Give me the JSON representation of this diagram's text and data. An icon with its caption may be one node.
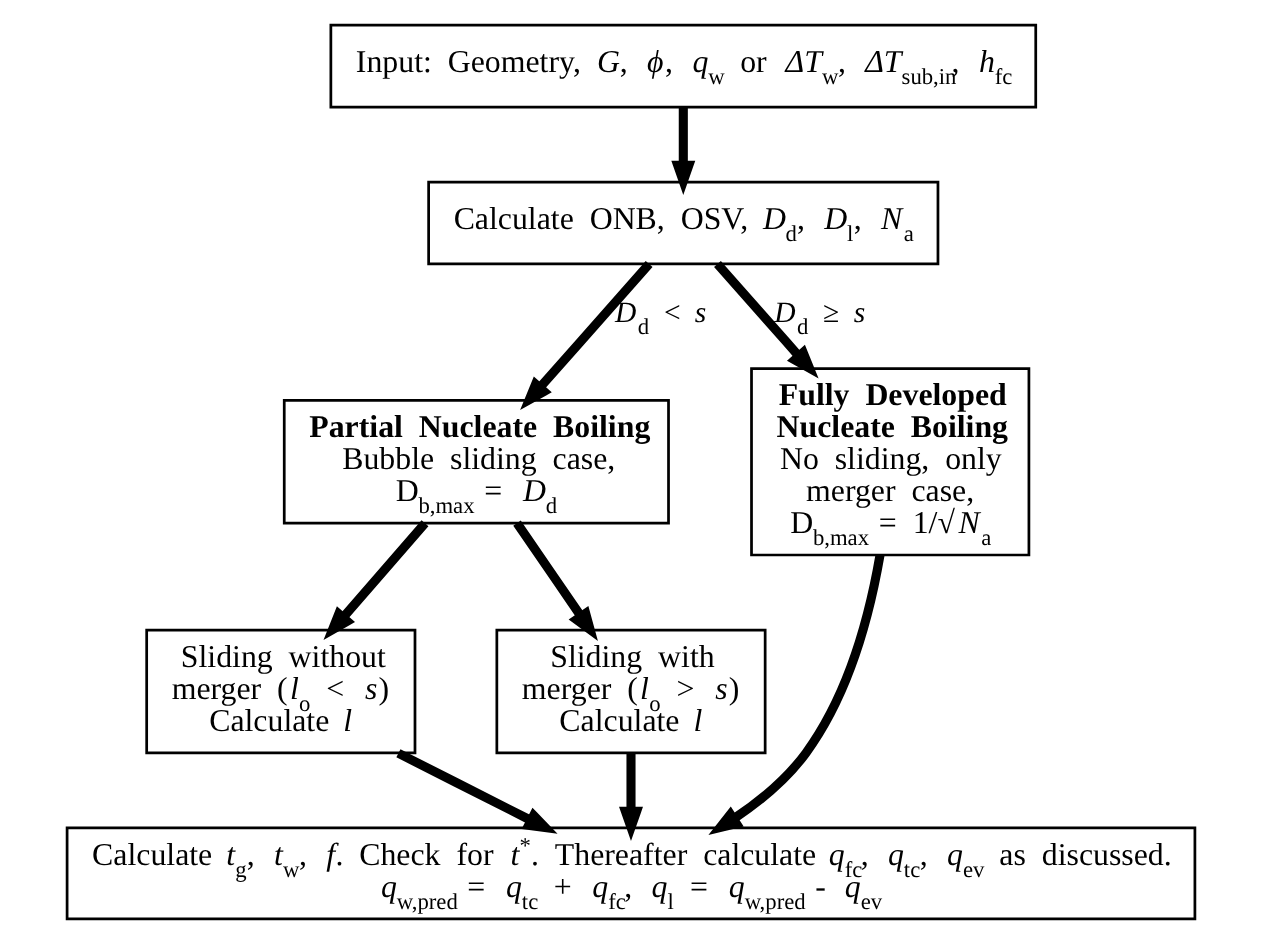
{
  "diagram": {
    "nodes": [
      {
        "text": [
          "Input: Geometry, *G*, *ϕ*, *q*$_{w}$ or *ΔT*$_{w}$, *ΔT*$_{sub,in}$, *h*$_{fc}$"
        ]
      },
      {
        "text": [
          "Calculate ONB, OSV, *D*$_{d}$, *D*$_{l}$, *N*$_{a}$"
        ]
      },
      {
        "text": [
          "Partial Nucleate Boiling",
          "Bubble sliding case, D$_{b,max}$ = *D*$_{d}$"
        ]
      },
      {
        "text": [
          "Fully Developed Nucleate Boiling",
          "No sliding, only merger case, D$_{b,max}$ = 1/√*N*$_{a}$"
        ]
      },
      {
        "text": [
          "Sliding without merger (*l*$_{o}$ < *s*) Calculate *l*"
        ]
      },
      {
        "text": [
          "Sliding with merger (*l*$_{o}$ > *s*) Calculate *l*"
        ]
      },
      {
        "text": [
          "Calculate *t*$_{g}$, *t*$_{w}$, *f*. Check for *t*$^{*}$. Thereafter calculate *q*$_{fc}$, *q*$_{tc}$, *q*$_{ev}$ as discussed.",
          "*q*$_{w,pred}$ = *q*$_{tc}$ + *q*$_{fc}$, *q*$_{l}$ = *q*$_{w,pred}$ - *q*$_{ev}$"
        ]
      }
    ],
    "edges": [
      {
        "from": 0,
        "to": 1,
        "arrow": "to"
      },
      {
        "from": 1,
        "to": 2,
        "arrow": "to",
        "label": "*D*$_{d}$ < *s*"
      },
      {
        "from": 1,
        "to": 3,
        "arrow": "to",
        "label": "*D*$_{d}$ ≥ *s*"
      },
      {
        "from": 2,
        "to": 4,
        "arrow": "to"
      },
      {
        "from": 2,
        "to": 5,
        "arrow": "to"
      },
      {
        "from": 4,
        "to": 6,
        "arrow": "to"
      },
      {
        "from": 5,
        "to": 6,
        "arrow": "to"
      },
      {
        "from": 3,
        "to": 6,
        "arrow": "to"
      }
    ]
  }
}
